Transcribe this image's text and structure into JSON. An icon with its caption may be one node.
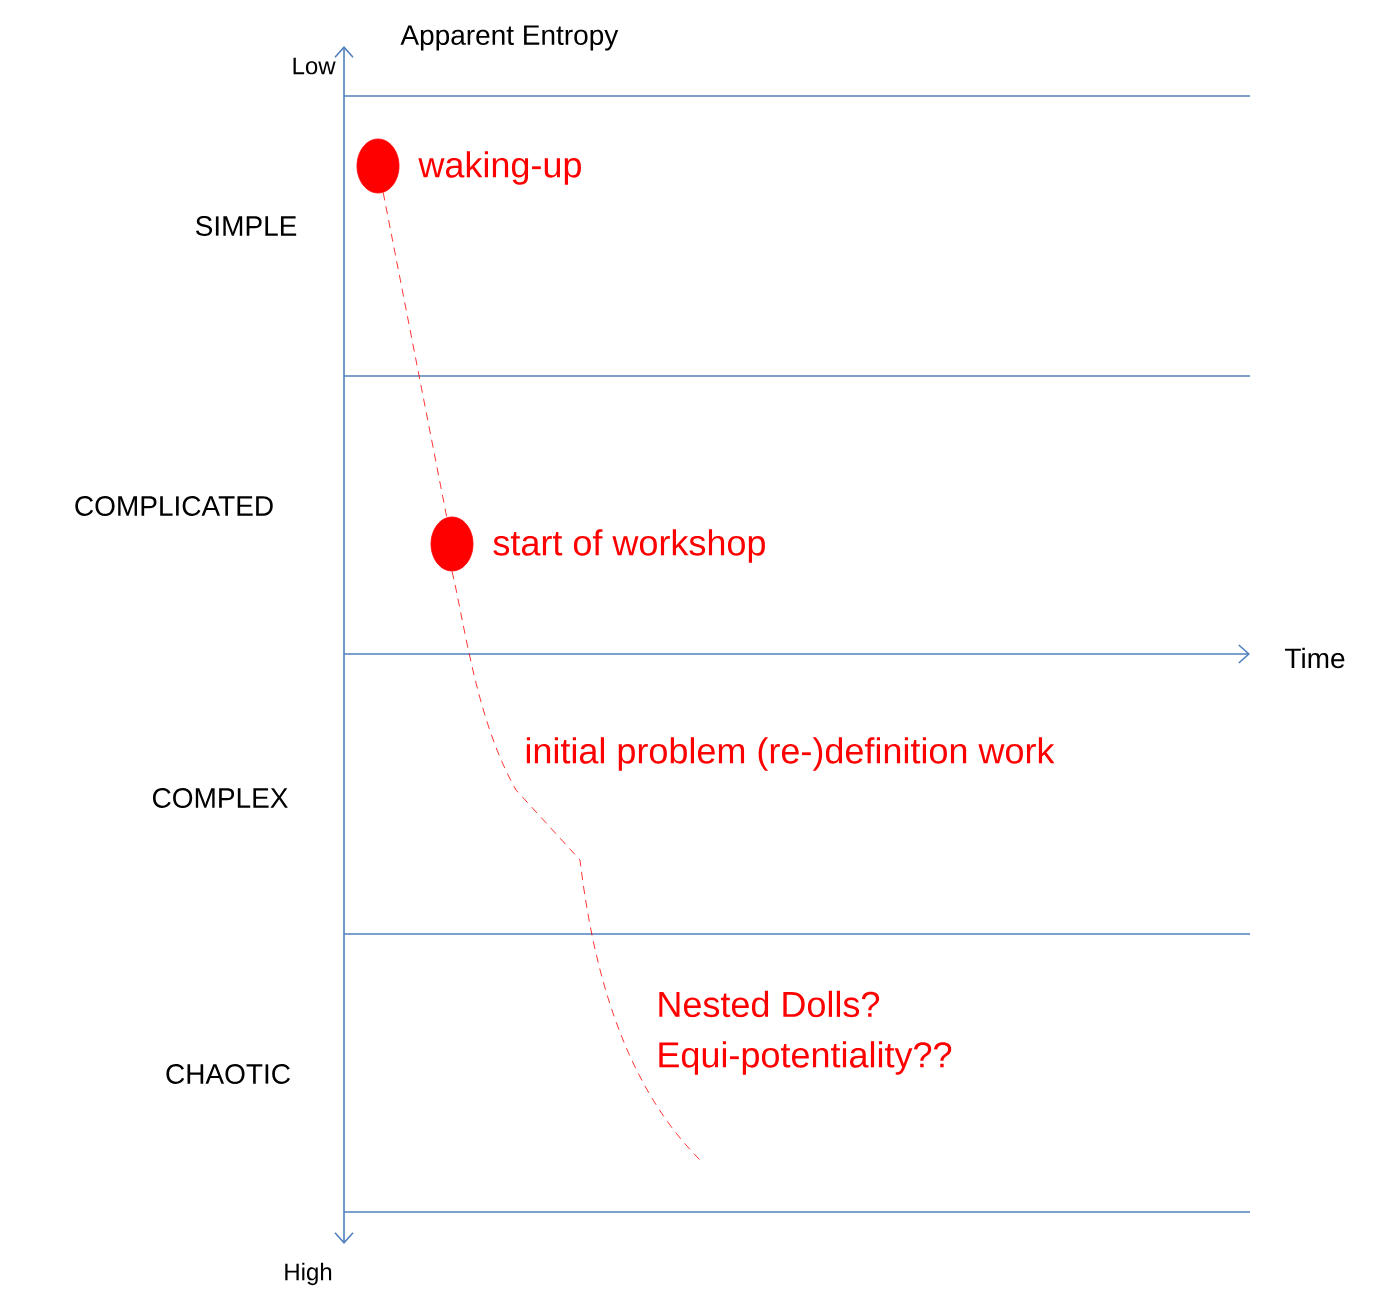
{
  "diagram": {
    "nodes": [
      {
        "text": [],
        "shape": "circle",
        "beside": [
          "waking-up"
        ]
      },
      {
        "text": [],
        "shape": "circle",
        "beside": [
          "start of workshop"
        ]
      }
    ],
    "edges": [
      {
        "from": 0,
        "to": 1,
        "arrow": "none",
        "style": "dashed",
        "color": "#ff0000"
      },
      {
        "from": 1,
        "to": null,
        "arrow": "none",
        "style": "dashed",
        "color": "#ff0000"
      }
    ],
    "labels": [
      "Apparent Entropy",
      "Low",
      "SIMPLE",
      "COMPLICATED",
      "Time",
      "COMPLEX",
      "initial problem (re-)definition work",
      "Nested Dolls?",
      "Equi-potentiality??",
      "CHAOTIC",
      "High"
    ]
  }
}
